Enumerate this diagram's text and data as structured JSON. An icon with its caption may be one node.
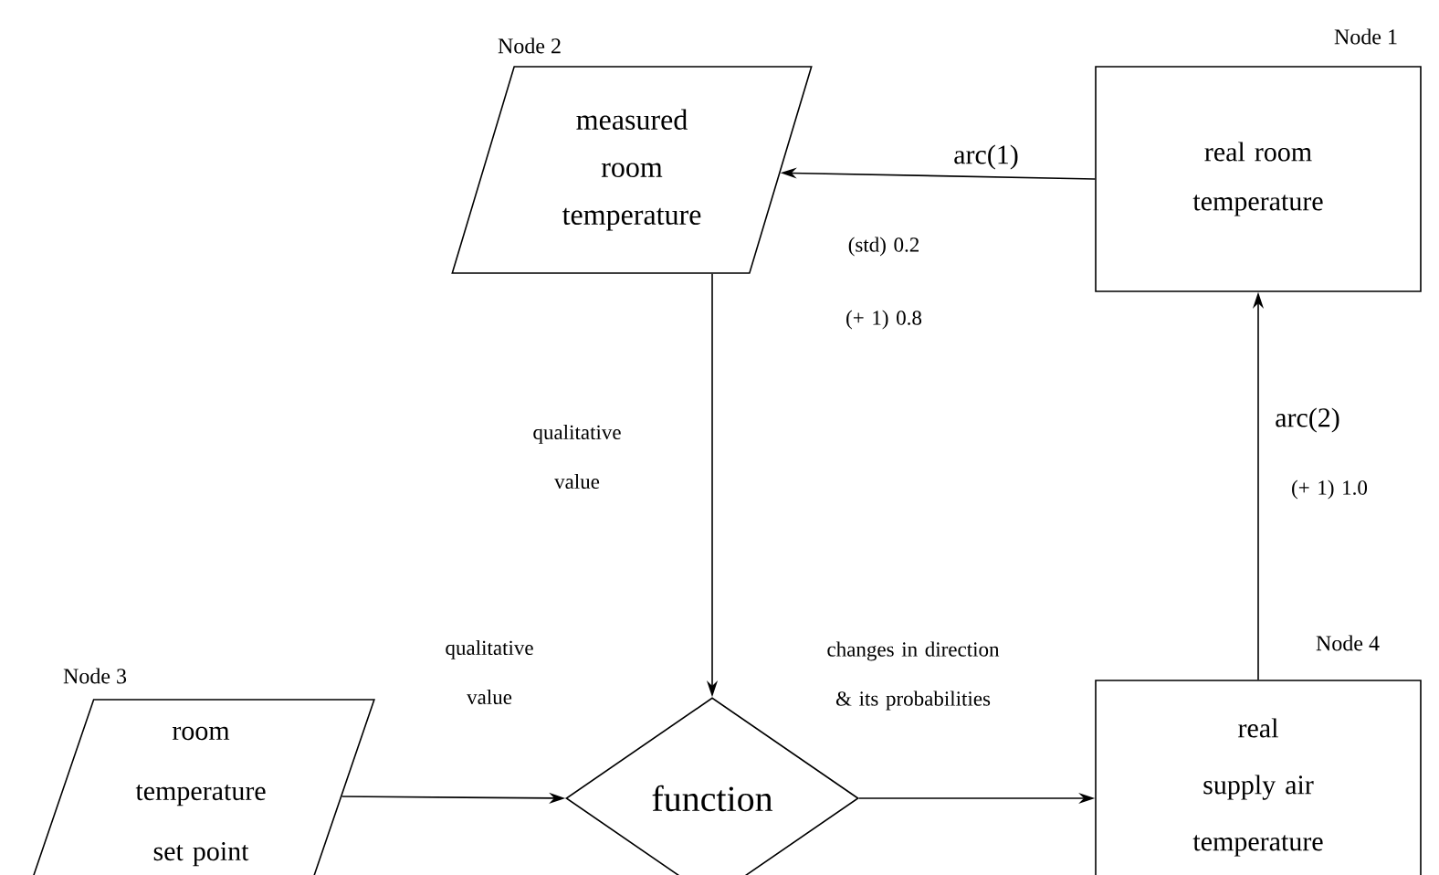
{
  "diagram": {
    "nodes": [
      {
        "text": [
          "real room temperature"
        ],
        "beside": [
          "Node 1"
        ]
      },
      {
        "text": [
          "measured room temperature"
        ],
        "beside": [
          "Node 2"
        ]
      },
      {
        "text": [
          "room temperature set point"
        ],
        "beside": [
          "Node 3"
        ]
      },
      {
        "text": [
          "function"
        ]
      },
      {
        "text": [
          "real supply air temperature"
        ],
        "beside": [
          "Node 4"
        ]
      }
    ],
    "edges": [
      {
        "from": 0,
        "to": 1,
        "arrow": "to",
        "label": "arc(1)"
      },
      {
        "from": 1,
        "to": 3,
        "arrow": "to"
      },
      {
        "from": 2,
        "to": 3,
        "arrow": "to"
      },
      {
        "from": 3,
        "to": 4,
        "arrow": "to"
      },
      {
        "from": 4,
        "to": 0,
        "arrow": "to",
        "label": "arc(2)"
      }
    ],
    "labels": [
      "(std) 0.2",
      "(+ 1) 0.8",
      "qualitative value",
      "(+ 1) 1.0",
      "qualitative value",
      "changes in direction & its probabilities"
    ]
  }
}
